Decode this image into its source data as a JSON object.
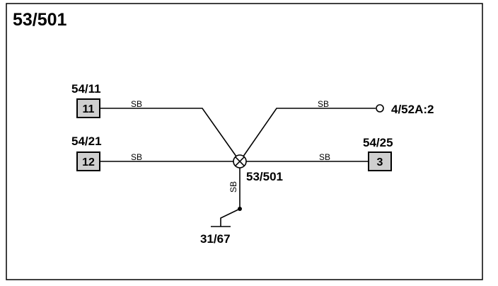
{
  "diagram": {
    "title": "53/501",
    "splice": {
      "label": "53/501"
    },
    "connectors": [
      {
        "id": "c1",
        "label": "54/11",
        "pin": "11",
        "wire": "SB"
      },
      {
        "id": "c2",
        "label": "54/21",
        "pin": "12",
        "wire": "SB"
      },
      {
        "id": "c3",
        "label": "54/25",
        "pin": "3",
        "wire": "SB"
      }
    ],
    "terminal": {
      "label": "4/52A:2",
      "wire": "SB"
    },
    "ground": {
      "label": "31/67",
      "wire": "SB"
    }
  }
}
